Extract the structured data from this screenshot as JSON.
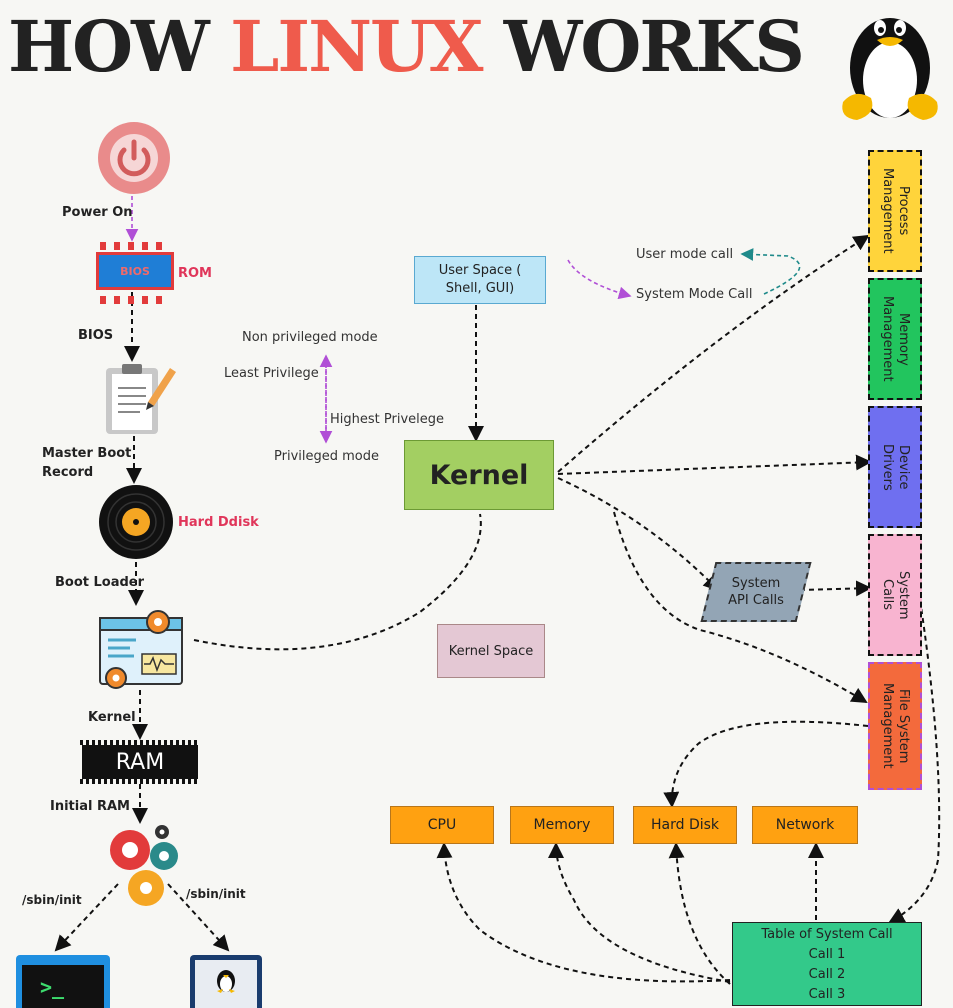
{
  "title": {
    "part1": "HOW ",
    "part2": "LINUX",
    "part3": " WORKS"
  },
  "boot": {
    "power_on": "Power On",
    "rom": "ROM",
    "bios_chip": "BIOS",
    "bios": "BIOS",
    "mbr": "Master Boot\nRecord",
    "hard_disk": "Hard Ddisk",
    "boot_loader": "Boot Loader",
    "kernel": "Kernel",
    "ram": "RAM",
    "initial_ram": "Initial RAM",
    "sbin_left": "/sbin/init",
    "sbin_right": "/sbin/init",
    "terminal_prompt": ">_"
  },
  "center": {
    "user_space": "User Space (\nShell, GUI)",
    "user_mode_call": "User mode call",
    "system_mode_call": "System Mode Call",
    "non_privileged": "Non privileged mode",
    "least_privilege": "Least Privilege",
    "highest_privilege": "Highest Privelege",
    "privileged": "Privileged mode",
    "kernel": "Kernel",
    "kernel_space": "Kernel Space",
    "system_api": "System\nAPI Calls"
  },
  "right": {
    "process": "Process\nManagement",
    "memory": "Memory\nManagement",
    "device": "Device\nDrivers",
    "syscalls": "System\nCalls",
    "filesystem": "File System\nManagement"
  },
  "hardware": {
    "cpu": "CPU",
    "memory": "Memory",
    "hard_disk": "Hard Disk",
    "network": "Network"
  },
  "table": {
    "title": "Table of System Call",
    "call1": "Call 1",
    "call2": "Call 2",
    "call3": "Call 3"
  },
  "colors": {
    "title_red": "#ef5b4c",
    "process": "#ffd43b",
    "memory": "#22c55e",
    "device": "#6f6ff0",
    "syscalls": "#f8b4d0",
    "filesystem": "#f36a3c",
    "kernel": "#a3cf62",
    "user_space": "#bde6f7",
    "kernel_space": "#e4c8d4",
    "hardware": "#ffa111",
    "table": "#33c98a",
    "api": "#93a5b5"
  }
}
